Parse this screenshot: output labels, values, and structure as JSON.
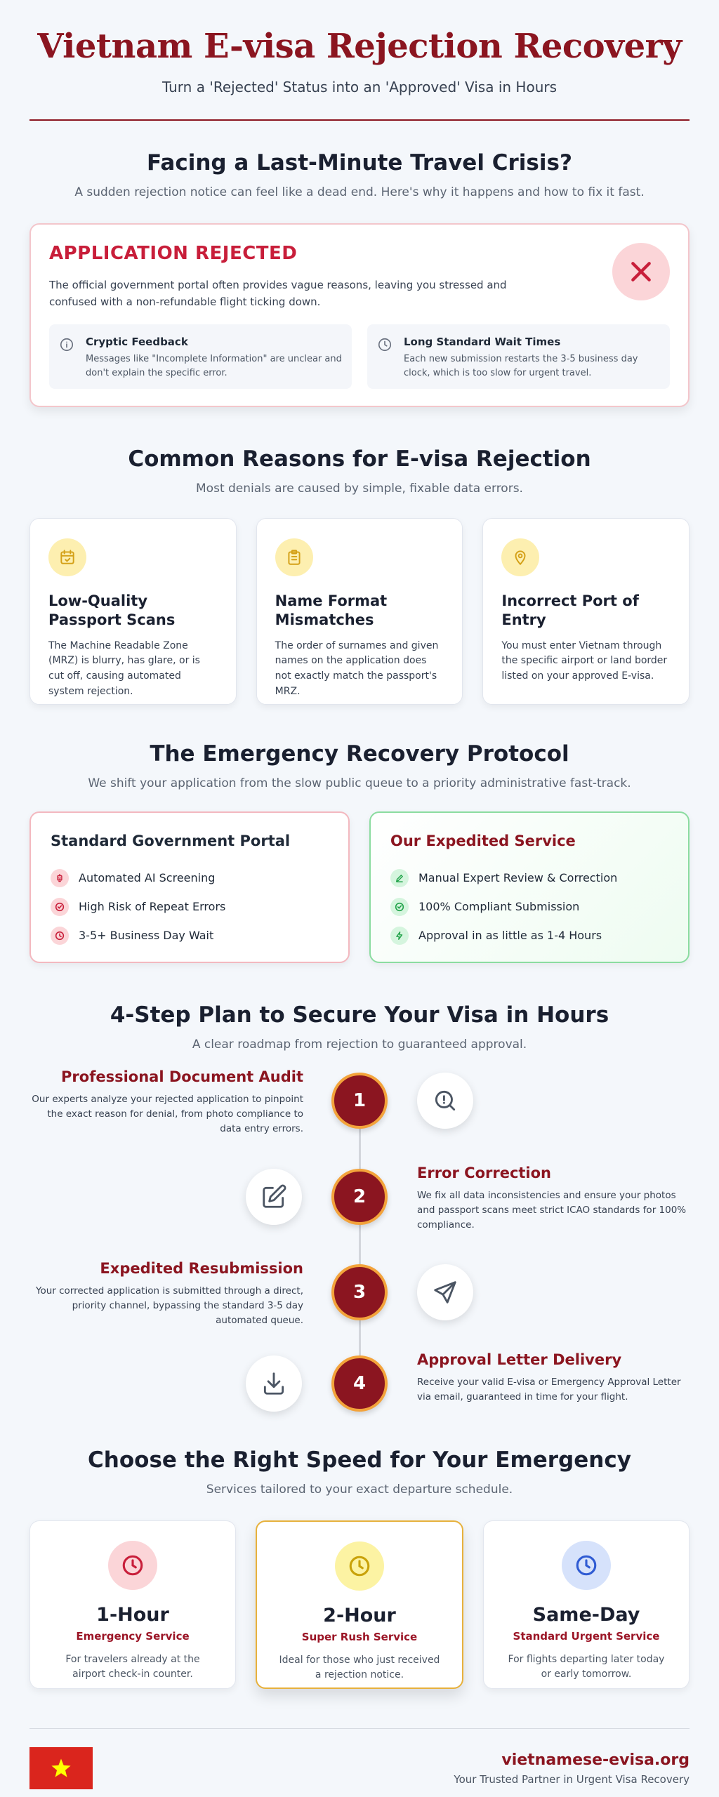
{
  "header": {
    "title": "Vietnam E-visa Rejection Recovery",
    "subtitle": "Turn a 'Rejected' Status into an 'Approved' Visa in Hours"
  },
  "crisis": {
    "title": "Facing a Last-Minute Travel Crisis?",
    "subtitle": "A sudden rejection notice can feel like a dead end. Here's why it happens and how to fix it fast.",
    "card_title": "APPLICATION REJECTED",
    "card_desc": "The official government portal often provides vague reasons, leaving you stressed and confused with a non-refundable flight ticking down.",
    "boxes": [
      {
        "title": "Cryptic Feedback",
        "text": "Messages like \"Incomplete Information\" are unclear and don't explain the specific error.",
        "icon": "info-icon"
      },
      {
        "title": "Long Standard Wait Times",
        "text": "Each new submission restarts the 3-5 business day clock, which is too slow for urgent travel.",
        "icon": "clock-icon"
      }
    ]
  },
  "reasons": {
    "title": "Common Reasons for E-visa Rejection",
    "subtitle": "Most denials are caused by simple, fixable data errors.",
    "cards": [
      {
        "title": "Low-Quality Passport Scans",
        "text": "The Machine Readable Zone (MRZ) is blurry, has glare, or is cut off, causing automated system rejection.",
        "icon": "calendar-check-icon"
      },
      {
        "title": "Name Format Mismatches",
        "text": "The order of surnames and given names on the application does not exactly match the passport's MRZ.",
        "icon": "clipboard-icon"
      },
      {
        "title": "Incorrect Port of Entry",
        "text": "You must enter Vietnam through the specific airport or land border listed on your approved E-visa.",
        "icon": "map-pin-icon"
      }
    ]
  },
  "protocol": {
    "title": "The Emergency Recovery Protocol",
    "subtitle": "We shift your application from the slow public queue to a priority administrative fast-track.",
    "standard": {
      "title": "Standard Government Portal",
      "items": [
        "Automated AI Screening",
        "High Risk of Repeat Errors",
        "3-5+ Business Day Wait"
      ]
    },
    "expedited": {
      "title": "Our Expedited Service",
      "items": [
        "Manual Expert Review & Correction",
        "100% Compliant Submission",
        "Approval in as little as 1-4 Hours"
      ]
    }
  },
  "steps": {
    "title": "4-Step Plan to Secure Your Visa in Hours",
    "subtitle": "A clear roadmap from rejection to guaranteed approval.",
    "items": [
      {
        "num": "1",
        "title": "Professional Document Audit",
        "text": "Our experts analyze your rejected application to pinpoint the exact reason for denial, from photo compliance to data entry errors.",
        "icon": "search-icon"
      },
      {
        "num": "2",
        "title": "Error Correction",
        "text": "We fix all data inconsistencies and ensure your photos and passport scans meet strict ICAO standards for 100% compliance.",
        "icon": "edit-icon"
      },
      {
        "num": "3",
        "title": "Expedited Resubmission",
        "text": "Your corrected application is submitted through a direct, priority channel, bypassing the standard 3-5 day automated queue.",
        "icon": "send-icon"
      },
      {
        "num": "4",
        "title": "Approval Letter Delivery",
        "text": "Receive your valid E-visa or Emergency Approval Letter via email, guaranteed in time for your flight.",
        "icon": "download-icon"
      }
    ]
  },
  "speed": {
    "title": "Choose the Right Speed for Your Emergency",
    "subtitle": "Services tailored to your exact departure schedule.",
    "cards": [
      {
        "head": "1-Hour",
        "label": "Emergency Service",
        "text": "For travelers already at the airport check-in counter.",
        "color": "#c81e3a",
        "bg": "#fbd5d8"
      },
      {
        "head": "2-Hour",
        "label": "Super Rush Service",
        "text": "Ideal for those who just received a rejection notice.",
        "color": "#c9a20a",
        "bg": "#fcf3a3"
      },
      {
        "head": "Same-Day",
        "label": "Standard Urgent Service",
        "text": "For flights departing later today or early tomorrow.",
        "color": "#2f5bd3",
        "bg": "#d6e2fb"
      }
    ]
  },
  "footer": {
    "site": "vietnamese-evisa.org",
    "tagline": "Your Trusted Partner in Urgent Visa Recovery"
  },
  "colors": {
    "brand": "#8b1520",
    "reject": "#c81e3a",
    "success": "#22a34a",
    "accent_orange": "#f3a33b"
  }
}
